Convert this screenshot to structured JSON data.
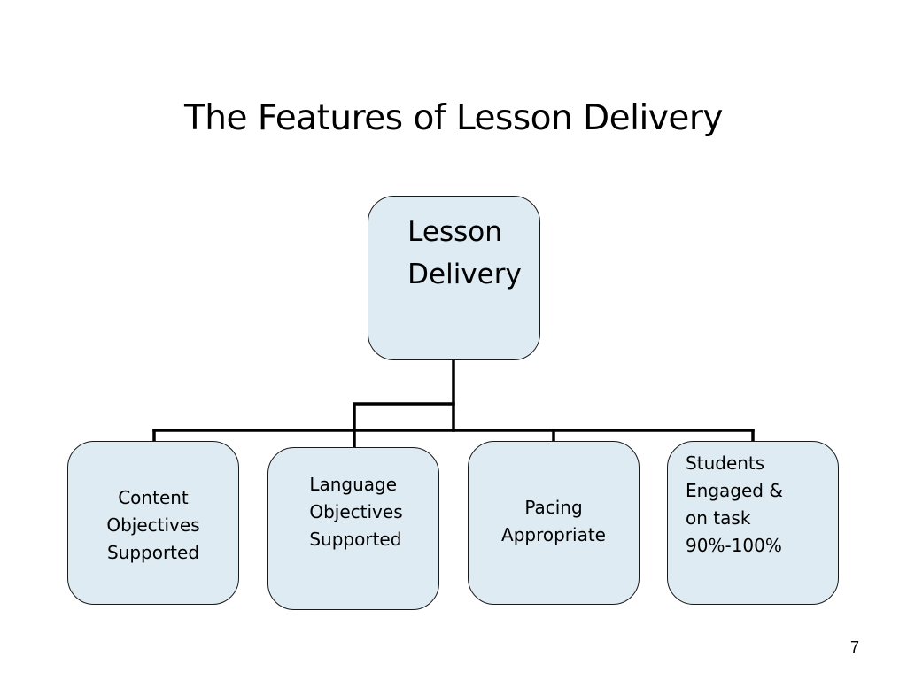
{
  "slide": {
    "title": "The Features of Lesson Delivery",
    "page_number": "7"
  },
  "colors": {
    "node_fill": "#deebf2",
    "node_border": "#1a1a1a",
    "connector": "#000000"
  },
  "diagram": {
    "root": {
      "label": "Lesson\nDelivery"
    },
    "children": [
      {
        "label": "Content\nObjectives\nSupported"
      },
      {
        "label": "Language\nObjectives\nSupported"
      },
      {
        "label": "Pacing\nAppropriate"
      },
      {
        "label": "Students\nEngaged &\n on task\n90%-100%"
      }
    ]
  }
}
